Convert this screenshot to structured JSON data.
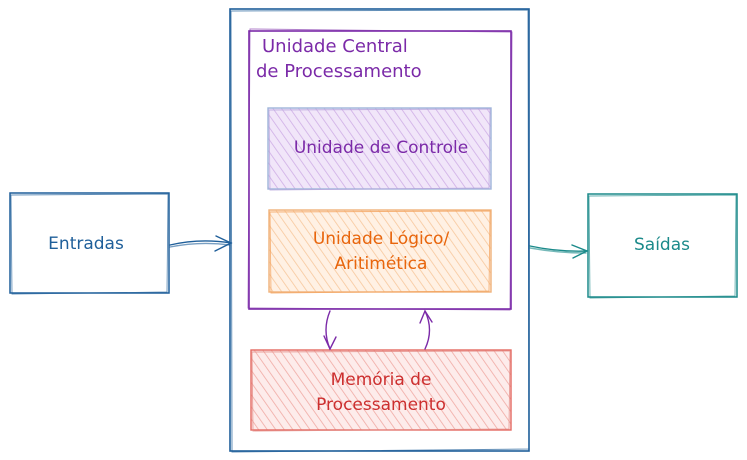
{
  "inputs": {
    "label": "Entradas"
  },
  "outputs": {
    "label": "Saídas"
  },
  "cpu": {
    "title_line1": "Unidade Central",
    "title_line2": "de Processamento",
    "control_unit": {
      "label": "Unidade de Controle"
    },
    "alu": {
      "line1": "Unidade Lógico/",
      "line2": "Aritimética"
    }
  },
  "memory": {
    "line1": "Memória de",
    "line2": "Processamento"
  },
  "colors": {
    "blue": "#1f5f9a",
    "teal": "#1b8a8a",
    "purple": "#7b2aa8",
    "orange": "#e8650c",
    "red": "#cc2f2f",
    "control_fill": "#e6d4f4",
    "alu_fill": "#fde5cf",
    "memory_fill": "#f8d3d0"
  }
}
